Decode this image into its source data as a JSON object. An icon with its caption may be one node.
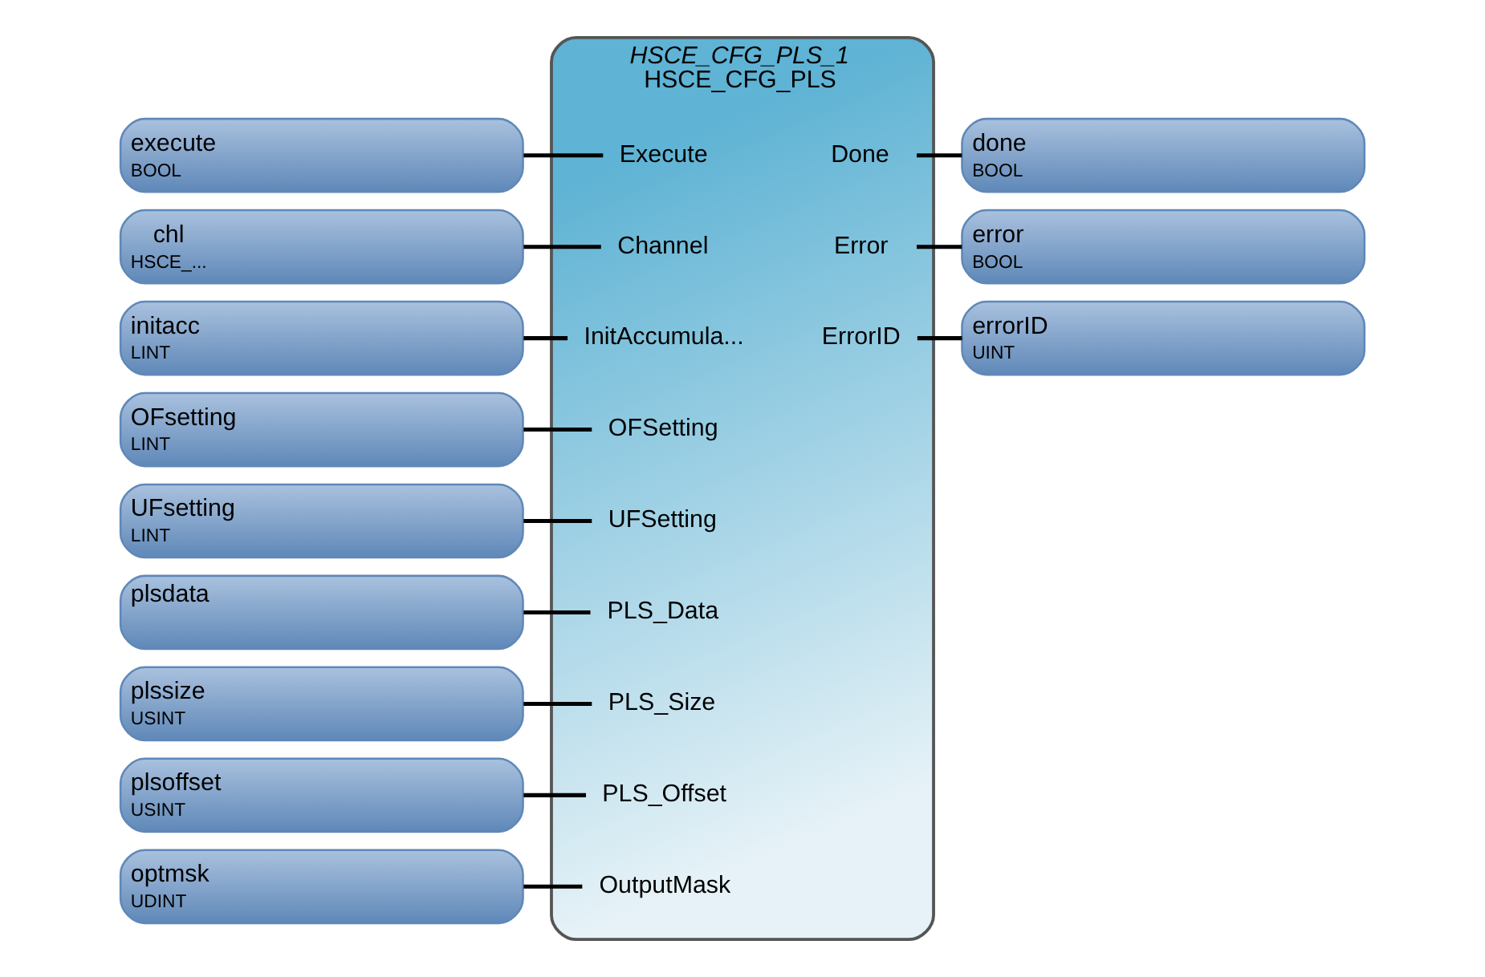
{
  "diagram": {
    "nodes": [
      {
        "text": [
          "HSCE_CFG_PLS_1",
          "HSCE_CFG_PLS"
        ]
      },
      {
        "text": [
          "Execute"
        ],
        "in": 0
      },
      {
        "text": [
          "Channel"
        ],
        "in": 0
      },
      {
        "text": [
          "InitAccumula..."
        ],
        "in": 0
      },
      {
        "text": [
          "OFSetting"
        ],
        "in": 0
      },
      {
        "text": [
          "UFSetting"
        ],
        "in": 0
      },
      {
        "text": [
          "PLS_Data"
        ],
        "in": 0
      },
      {
        "text": [
          "PLS_Size"
        ],
        "in": 0
      },
      {
        "text": [
          "PLS_Offset"
        ],
        "in": 0
      },
      {
        "text": [
          "OutputMask"
        ],
        "in": 0
      },
      {
        "text": [
          "Done"
        ],
        "in": 0
      },
      {
        "text": [
          "Error"
        ],
        "in": 0
      },
      {
        "text": [
          "ErrorID"
        ],
        "in": 0
      },
      {
        "text": [
          "execute",
          "BOOL"
        ]
      },
      {
        "text": [
          "chl",
          "HSCE_..."
        ]
      },
      {
        "text": [
          "initacc",
          "LINT"
        ]
      },
      {
        "text": [
          "OFsetting",
          "LINT"
        ]
      },
      {
        "text": [
          "UFsetting",
          "LINT"
        ]
      },
      {
        "text": [
          "plsdata"
        ]
      },
      {
        "text": [
          "plssize",
          "USINT"
        ]
      },
      {
        "text": [
          "plsoffset",
          "USINT"
        ]
      },
      {
        "text": [
          "optmsk",
          "UDINT"
        ]
      },
      {
        "text": [
          "done",
          "BOOL"
        ]
      },
      {
        "text": [
          "error",
          "BOOL"
        ]
      },
      {
        "text": [
          "errorID",
          "UINT"
        ]
      }
    ],
    "edges": [
      {
        "from": 13,
        "to": 1,
        "arrow": "none"
      },
      {
        "from": 14,
        "to": 2,
        "arrow": "none"
      },
      {
        "from": 15,
        "to": 3,
        "arrow": "none"
      },
      {
        "from": 16,
        "to": 4,
        "arrow": "none"
      },
      {
        "from": 17,
        "to": 5,
        "arrow": "none"
      },
      {
        "from": 18,
        "to": 6,
        "arrow": "none"
      },
      {
        "from": 19,
        "to": 7,
        "arrow": "none"
      },
      {
        "from": 20,
        "to": 8,
        "arrow": "none"
      },
      {
        "from": 21,
        "to": 9,
        "arrow": "none"
      },
      {
        "from": 10,
        "to": 22,
        "arrow": "none"
      },
      {
        "from": 11,
        "to": 23,
        "arrow": "none"
      },
      {
        "from": 12,
        "to": 24,
        "arrow": "none"
      }
    ]
  }
}
